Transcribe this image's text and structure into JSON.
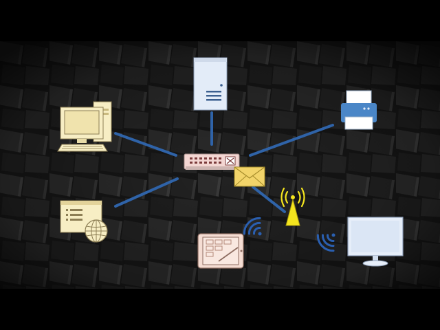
{
  "colors": {
    "letterbox": "#000000",
    "background_dark": "#141414",
    "cube_light": "#3a3a3a",
    "link": "#2f63a8",
    "wifi": "#2a5fb0",
    "computer": "#f7eec4",
    "server": "#e3ecf8",
    "printer_body": "#4a86c7",
    "printer_paper": "#ffffff",
    "monitor": "#e6eef9",
    "tablet": "#f5ddd3",
    "envelope": "#f2d46a",
    "antenna": "#f4e51e"
  },
  "diagram": {
    "nodes": [
      {
        "id": "hub",
        "icon": "network-switch-icon"
      },
      {
        "id": "desktop",
        "icon": "desktop-computer-icon"
      },
      {
        "id": "server",
        "icon": "server-tower-icon"
      },
      {
        "id": "printer",
        "icon": "printer-icon"
      },
      {
        "id": "web",
        "icon": "web-page-globe-icon"
      },
      {
        "id": "tablet",
        "icon": "tablet-icon"
      },
      {
        "id": "monitor",
        "icon": "monitor-icon"
      },
      {
        "id": "wireless",
        "icon": "wireless-antenna-icon"
      },
      {
        "id": "email",
        "icon": "envelope-icon"
      }
    ],
    "links": [
      {
        "from": "desktop",
        "to": "hub",
        "type": "wired"
      },
      {
        "from": "server",
        "to": "hub",
        "type": "wired"
      },
      {
        "from": "printer",
        "to": "hub",
        "type": "wired"
      },
      {
        "from": "web",
        "to": "hub",
        "type": "wired"
      },
      {
        "from": "hub",
        "to": "wireless",
        "type": "wired"
      },
      {
        "from": "wireless",
        "to": "tablet",
        "type": "wireless"
      },
      {
        "from": "wireless",
        "to": "monitor",
        "type": "wireless"
      }
    ]
  }
}
